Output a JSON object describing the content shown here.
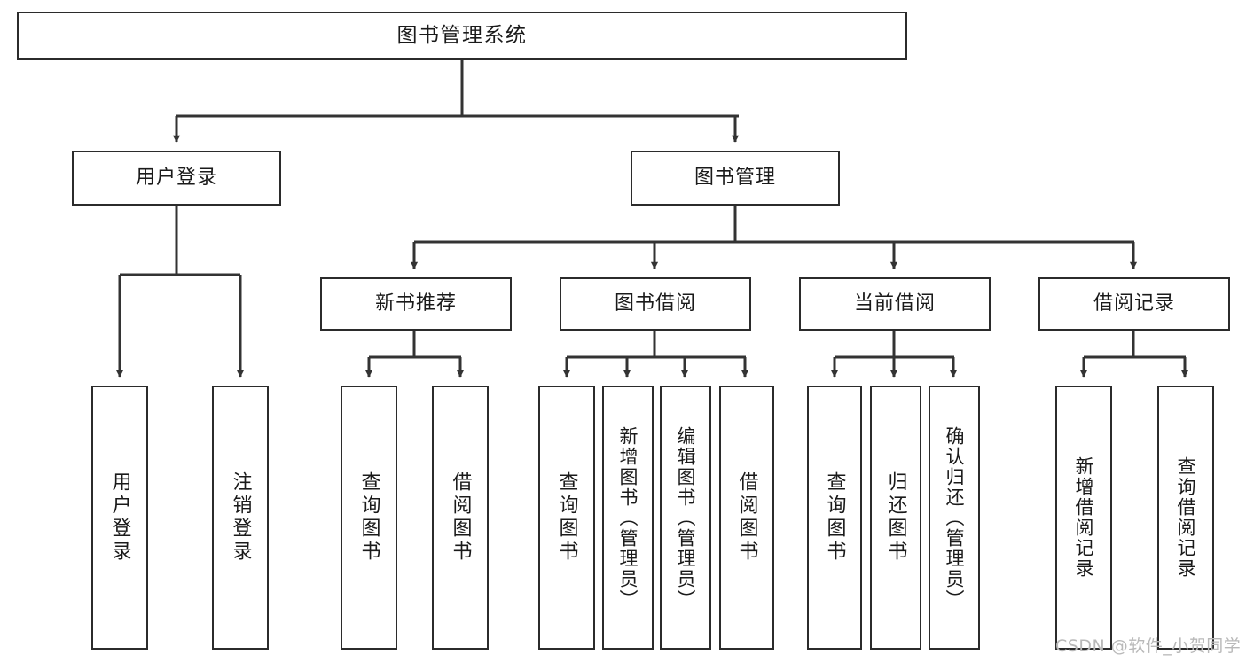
{
  "diagram": {
    "title": "图书管理系统",
    "type": "tree-hierarchy-chart",
    "colors": {
      "box_border": "#2b2b2b",
      "box_fill": "#ffffff",
      "edge": "#333333",
      "text": "#1a1a1a",
      "watermark": "#b9b9b9",
      "background": "#ffffff"
    }
  },
  "root": {
    "label": "图书管理系统"
  },
  "level2": [
    {
      "label": "用户登录"
    },
    {
      "label": "图书管理"
    }
  ],
  "level3": [
    {
      "label": "新书推荐"
    },
    {
      "label": "图书借阅"
    },
    {
      "label": "当前借阅"
    },
    {
      "label": "借阅记录"
    }
  ],
  "leaves": {
    "user_login": [
      {
        "label": "用户登录"
      },
      {
        "label": "注销登录"
      }
    ],
    "new_book_recommend": [
      {
        "label": "查询图书"
      },
      {
        "label": "借阅图书"
      }
    ],
    "book_borrow": [
      {
        "label": "查询图书"
      },
      {
        "label": "新增图书（管理员）"
      },
      {
        "label": "编辑图书（管理员）"
      },
      {
        "label": "借阅图书"
      }
    ],
    "current_borrow": [
      {
        "label": "查询图书"
      },
      {
        "label": "归还图书"
      },
      {
        "label": "确认归还（管理员）"
      }
    ],
    "borrow_record": [
      {
        "label": "新增借阅记录"
      },
      {
        "label": "查询借阅记录"
      }
    ]
  },
  "watermark": {
    "text": "CSDN @软件_小贺同学"
  }
}
